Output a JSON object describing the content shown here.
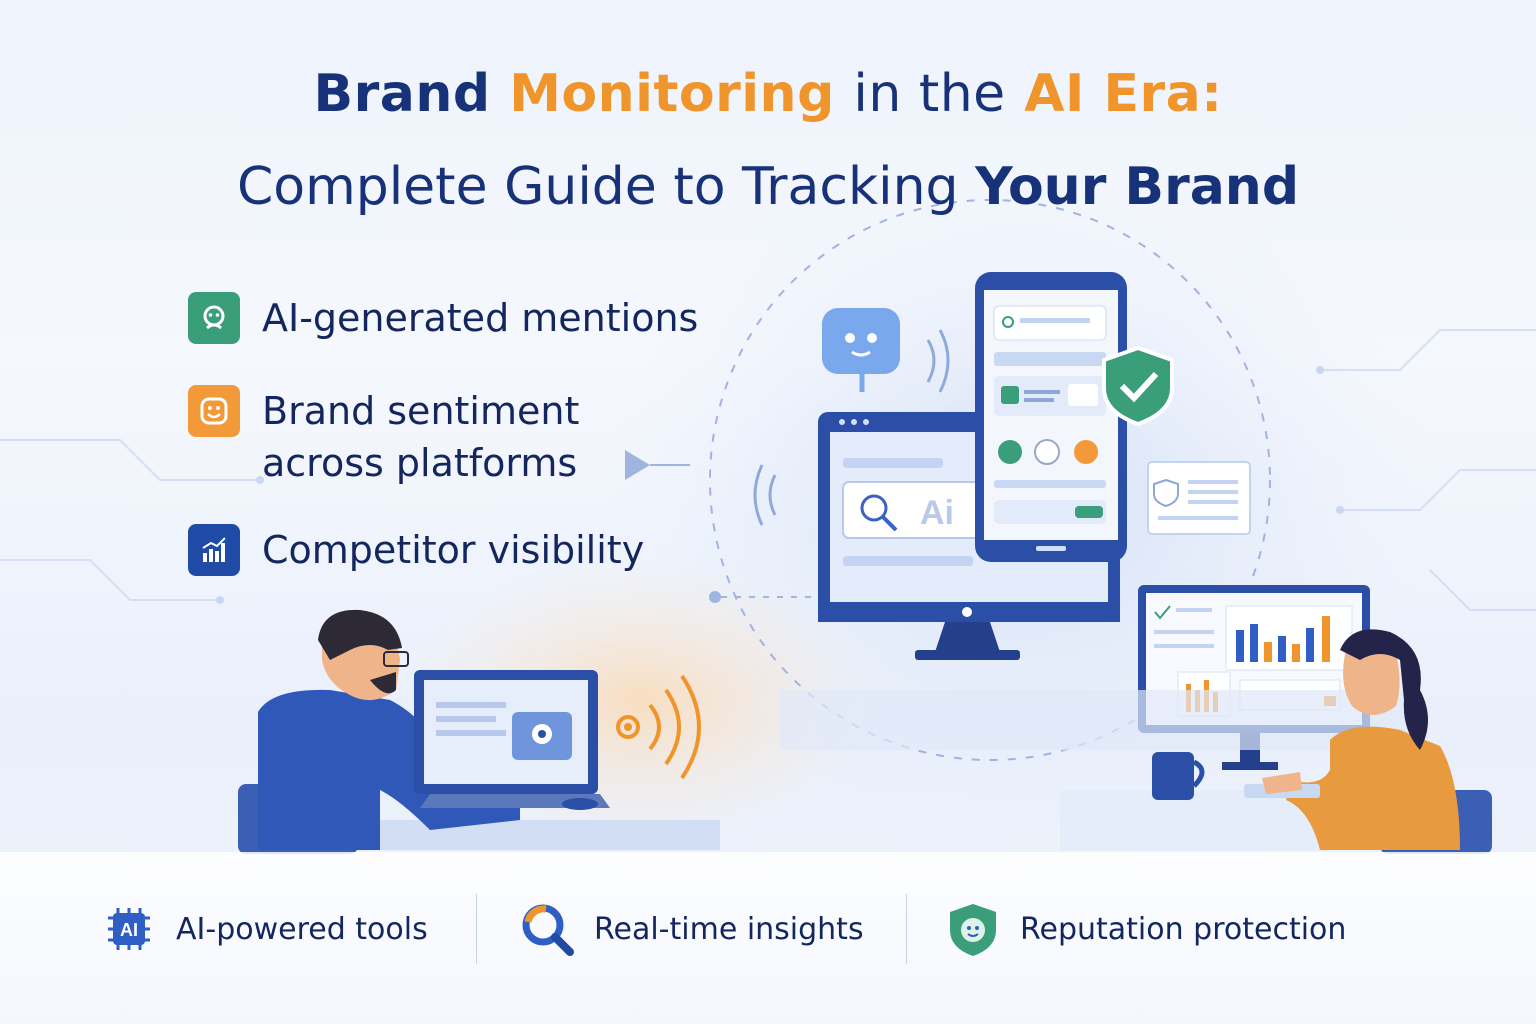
{
  "title": {
    "line1": {
      "part1": "Brand",
      "part2": "Monitoring",
      "part3": "in the",
      "part4": "AI Era:"
    },
    "line2": {
      "part1": "Complete Guide to Tracking",
      "part2": "Your Brand"
    }
  },
  "features": [
    {
      "icon": "robot-face-icon",
      "label": "AI-generated mentions",
      "color": "#3a9e7a"
    },
    {
      "icon": "smiley-icon",
      "label": "Brand sentiment",
      "label2": "across platforms",
      "color": "#f29a3a"
    },
    {
      "icon": "bar-chart-icon",
      "label": "Competitor visibility",
      "color": "#1f4aa6"
    }
  ],
  "illustration": {
    "monitor_search_text": "Ai"
  },
  "bottom_bar": [
    {
      "icon": "ai-chip-icon",
      "label": "AI-powered tools"
    },
    {
      "icon": "magnifier-icon",
      "label": "Real-time insights"
    },
    {
      "icon": "shield-icon",
      "label": "Reputation protection"
    }
  ],
  "colors": {
    "navy": "#173278",
    "orange": "#f0942c",
    "green": "#3a9e7a",
    "blue": "#2f5fc4"
  }
}
